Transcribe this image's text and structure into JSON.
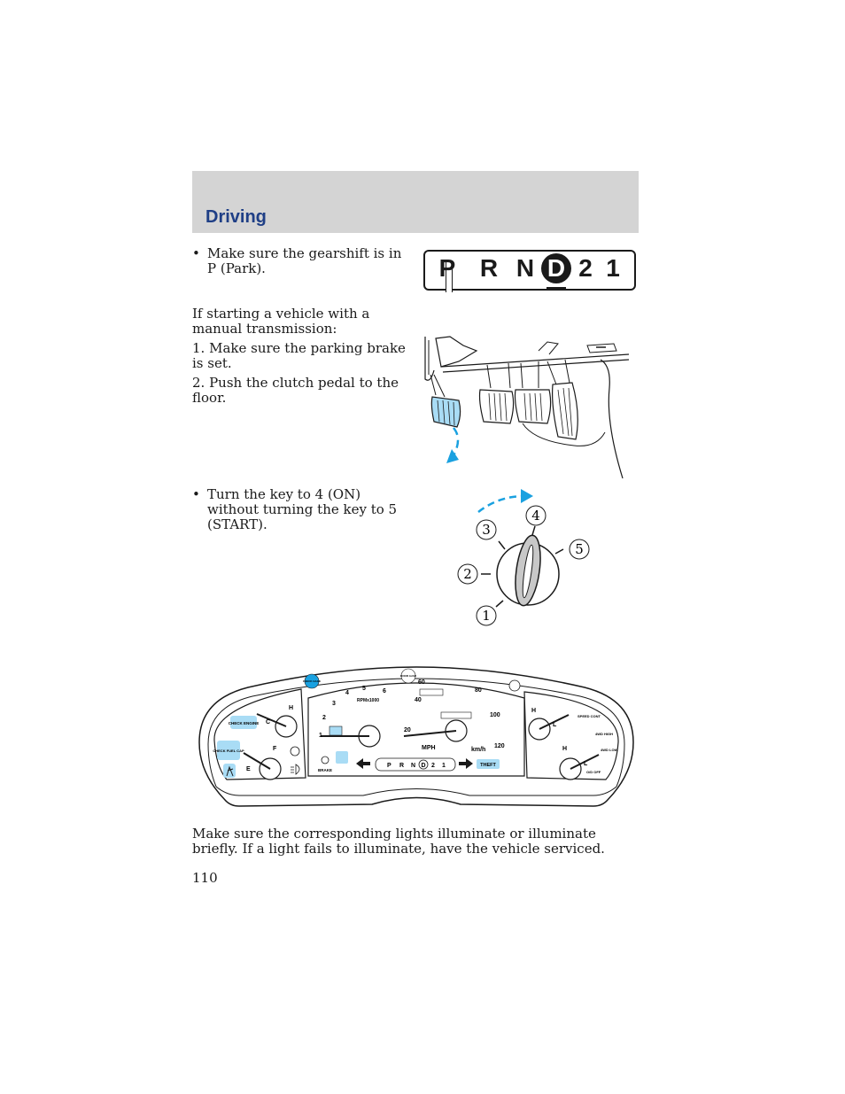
{
  "header": {
    "title": "Driving"
  },
  "bullet_1": {
    "text": "Make sure the gearshift is in P (Park)."
  },
  "gear_selector": {
    "positions": [
      "P",
      "R",
      "N",
      "D",
      "2",
      "1"
    ],
    "selected": "D"
  },
  "manual_intro": {
    "text": "If starting a vehicle with a manual transmission:"
  },
  "steps": [
    {
      "text": "1. Make sure the parking brake is set."
    },
    {
      "text": "2. Push the clutch pedal to the floor."
    }
  ],
  "bullet_2": {
    "text": "Turn the key to 4 (ON) without turning the key to 5 (START)."
  },
  "ignition": {
    "positions": [
      "1",
      "2",
      "3",
      "4",
      "5"
    ]
  },
  "cluster": {
    "tach_ticks": [
      "1",
      "2",
      "3",
      "4",
      "5",
      "6"
    ],
    "tach_unit": "RPMx1000",
    "speed_ticks": [
      "20",
      "40",
      "60",
      "80",
      "100",
      "120"
    ],
    "speed_unit_mph": "MPH",
    "speed_unit_kmh": "km/h",
    "temp_gauge": {
      "cold": "C",
      "hot": "H"
    },
    "fuel_gauge": {
      "empty": "E",
      "full": "F"
    },
    "oil_gauge": {
      "high": "H",
      "low": "L"
    },
    "battery_gauge": {
      "high": "H",
      "low": "L"
    },
    "labels": {
      "check_engine": "CHECK ENGINE",
      "check_fuel_cap": "CHECK FUEL CAP",
      "brake": "BRAKE",
      "theft": "THEFT",
      "speed_cont": "SPEED CONT",
      "4wd_high": "4WD HIGH",
      "4wd_low": "4WD LOW",
      "od_off": "O/D OFF",
      "check_gage": "CHECK GAGE",
      "door_ajar": "DOOR AJAR"
    },
    "prnd_strip": [
      "P",
      "R",
      "N",
      "D",
      "2",
      "1"
    ]
  },
  "closing_text": {
    "text": "Make sure the corresponding lights illuminate or illuminate briefly. If a light fails to illuminate, have the vehicle serviced."
  },
  "page_number": "110",
  "colors": {
    "header_band": "#d4d4d4",
    "title": "#1f3f86",
    "accent_blue": "#1aa1e0",
    "highlight_blue": "#a9dcf5"
  }
}
